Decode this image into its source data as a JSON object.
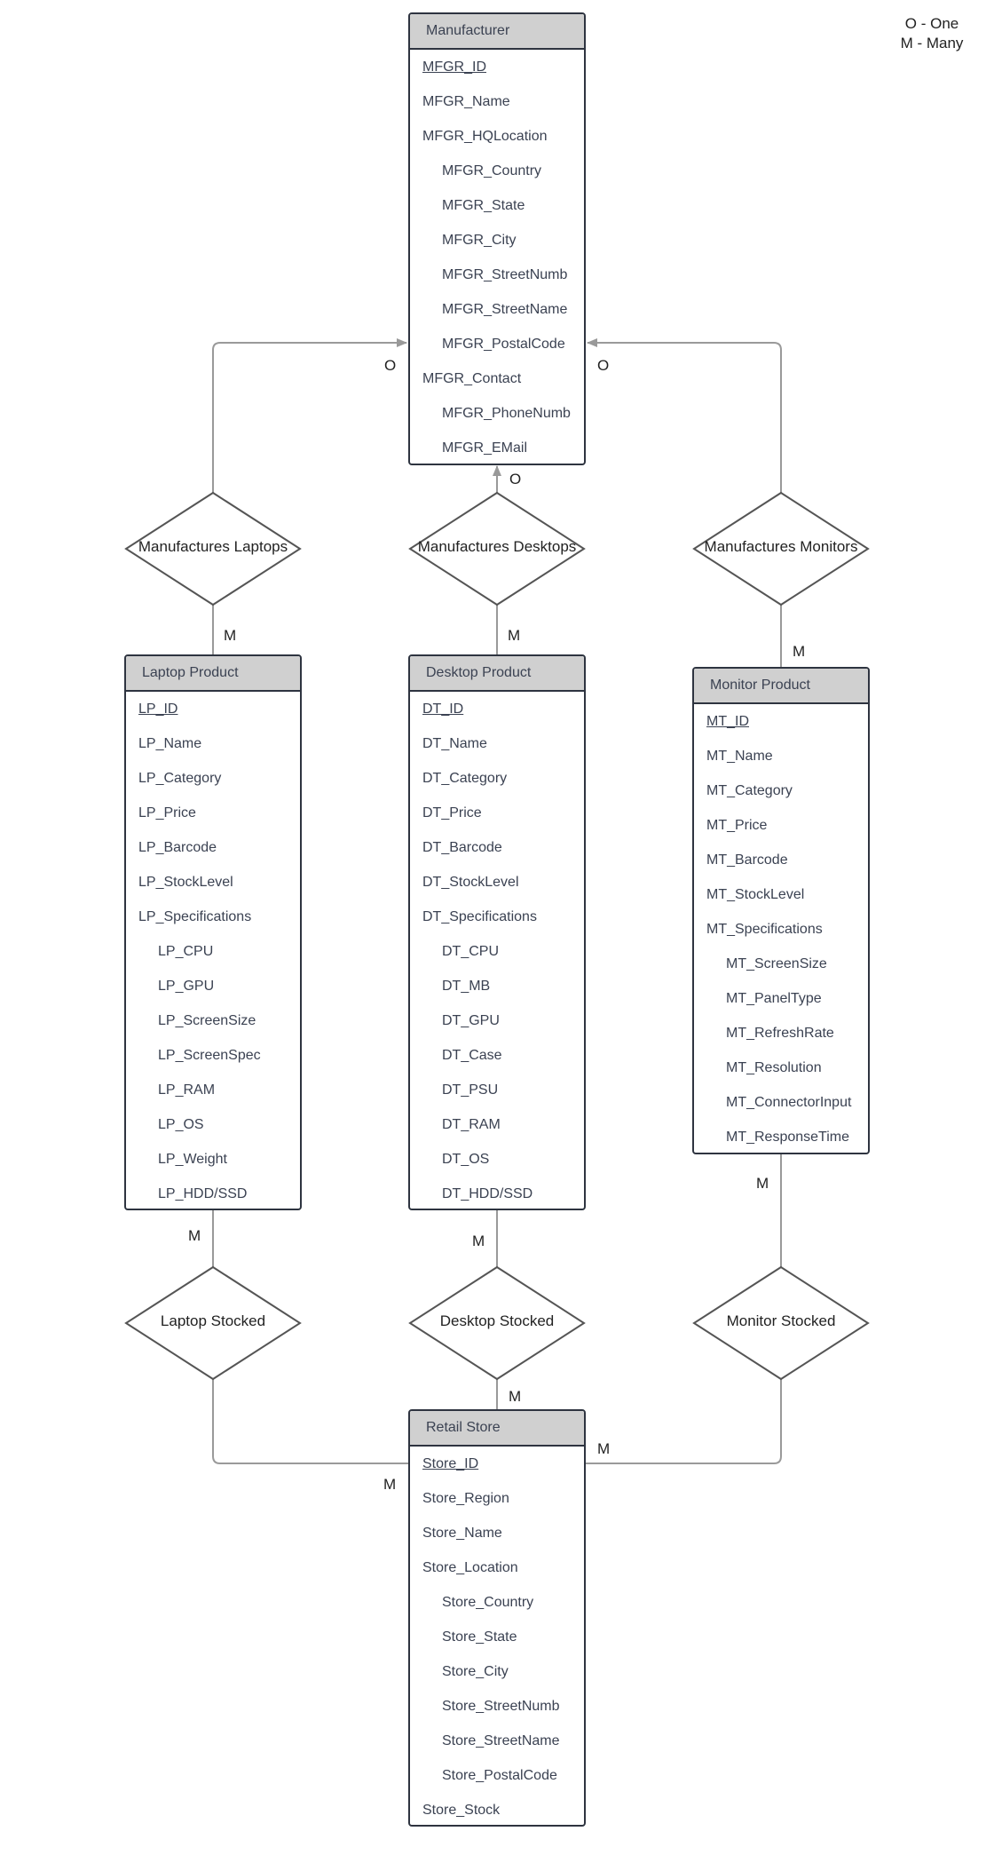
{
  "legend": {
    "one": "O - One",
    "many": "M - Many"
  },
  "entities": {
    "manufacturer": {
      "title": "Manufacturer",
      "attributes": [
        {
          "text": "MFGR_ID",
          "pk": true
        },
        {
          "text": "MFGR_Name"
        },
        {
          "text": "MFGR_HQLocation"
        },
        {
          "text": "MFGR_Country",
          "sub": true
        },
        {
          "text": "MFGR_State",
          "sub": true
        },
        {
          "text": "MFGR_City",
          "sub": true
        },
        {
          "text": "MFGR_StreetNumb",
          "sub": true
        },
        {
          "text": "MFGR_StreetName",
          "sub": true
        },
        {
          "text": "MFGR_PostalCode",
          "sub": true
        },
        {
          "text": "MFGR_Contact"
        },
        {
          "text": "MFGR_PhoneNumb",
          "sub": true
        },
        {
          "text": "MFGR_EMail",
          "sub": true
        }
      ]
    },
    "laptop": {
      "title": "Laptop Product",
      "attributes": [
        {
          "text": "LP_ID",
          "pk": true
        },
        {
          "text": "LP_Name"
        },
        {
          "text": "LP_Category"
        },
        {
          "text": "LP_Price"
        },
        {
          "text": "LP_Barcode"
        },
        {
          "text": "LP_StockLevel"
        },
        {
          "text": "LP_Specifications"
        },
        {
          "text": "LP_CPU",
          "sub": true
        },
        {
          "text": "LP_GPU",
          "sub": true
        },
        {
          "text": "LP_ScreenSize",
          "sub": true
        },
        {
          "text": "LP_ScreenSpec",
          "sub": true
        },
        {
          "text": "LP_RAM",
          "sub": true
        },
        {
          "text": "LP_OS",
          "sub": true
        },
        {
          "text": "LP_Weight",
          "sub": true
        },
        {
          "text": "LP_HDD/SSD",
          "sub": true
        }
      ]
    },
    "desktop": {
      "title": "Desktop Product",
      "attributes": [
        {
          "text": "DT_ID",
          "pk": true
        },
        {
          "text": "DT_Name"
        },
        {
          "text": "DT_Category"
        },
        {
          "text": "DT_Price"
        },
        {
          "text": "DT_Barcode"
        },
        {
          "text": "DT_StockLevel"
        },
        {
          "text": "DT_Specifications"
        },
        {
          "text": "DT_CPU",
          "sub": true
        },
        {
          "text": "DT_MB",
          "sub": true
        },
        {
          "text": "DT_GPU",
          "sub": true
        },
        {
          "text": "DT_Case",
          "sub": true
        },
        {
          "text": "DT_PSU",
          "sub": true
        },
        {
          "text": "DT_RAM",
          "sub": true
        },
        {
          "text": "DT_OS",
          "sub": true
        },
        {
          "text": "DT_HDD/SSD",
          "sub": true
        }
      ]
    },
    "monitor": {
      "title": "Monitor Product",
      "attributes": [
        {
          "text": "MT_ID",
          "pk": true
        },
        {
          "text": "MT_Name"
        },
        {
          "text": "MT_Category"
        },
        {
          "text": "MT_Price"
        },
        {
          "text": "MT_Barcode"
        },
        {
          "text": "MT_StockLevel"
        },
        {
          "text": "MT_Specifications"
        },
        {
          "text": "MT_ScreenSize",
          "sub": true
        },
        {
          "text": "MT_PanelType",
          "sub": true
        },
        {
          "text": "MT_RefreshRate",
          "sub": true
        },
        {
          "text": "MT_Resolution",
          "sub": true
        },
        {
          "text": "MT_ConnectorInput",
          "sub": true
        },
        {
          "text": "MT_ResponseTime",
          "sub": true
        }
      ]
    },
    "store": {
      "title": "Retail Store",
      "attributes": [
        {
          "text": "Store_ID",
          "pk": true
        },
        {
          "text": "Store_Region"
        },
        {
          "text": "Store_Name"
        },
        {
          "text": "Store_Location"
        },
        {
          "text": "Store_Country",
          "sub": true
        },
        {
          "text": "Store_State",
          "sub": true
        },
        {
          "text": "Store_City",
          "sub": true
        },
        {
          "text": "Store_StreetNumb",
          "sub": true
        },
        {
          "text": "Store_StreetName",
          "sub": true
        },
        {
          "text": "Store_PostalCode",
          "sub": true
        },
        {
          "text": "Store_Stock"
        }
      ]
    }
  },
  "relationships": {
    "manufactures_laptops": "Manufactures Laptops",
    "manufactures_desktops": "Manufactures Desktops",
    "manufactures_monitors": "Manufactures Monitors",
    "laptop_stocked": "Laptop Stocked",
    "desktop_stocked": "Desktop Stocked",
    "monitor_stocked": "Monitor Stocked"
  },
  "cardinalities": {
    "mfgr_laptops": "O",
    "mfgr_monitors": "O",
    "mfgr_desktops": "O",
    "laptop_manufactured": "M",
    "desktop_manufactured": "M",
    "monitor_manufactured": "M",
    "laptop_stocked": "M",
    "desktop_stocked": "M",
    "monitor_stocked": "M",
    "store_desktop": "M",
    "store_laptop": "M",
    "store_monitor": "M"
  }
}
